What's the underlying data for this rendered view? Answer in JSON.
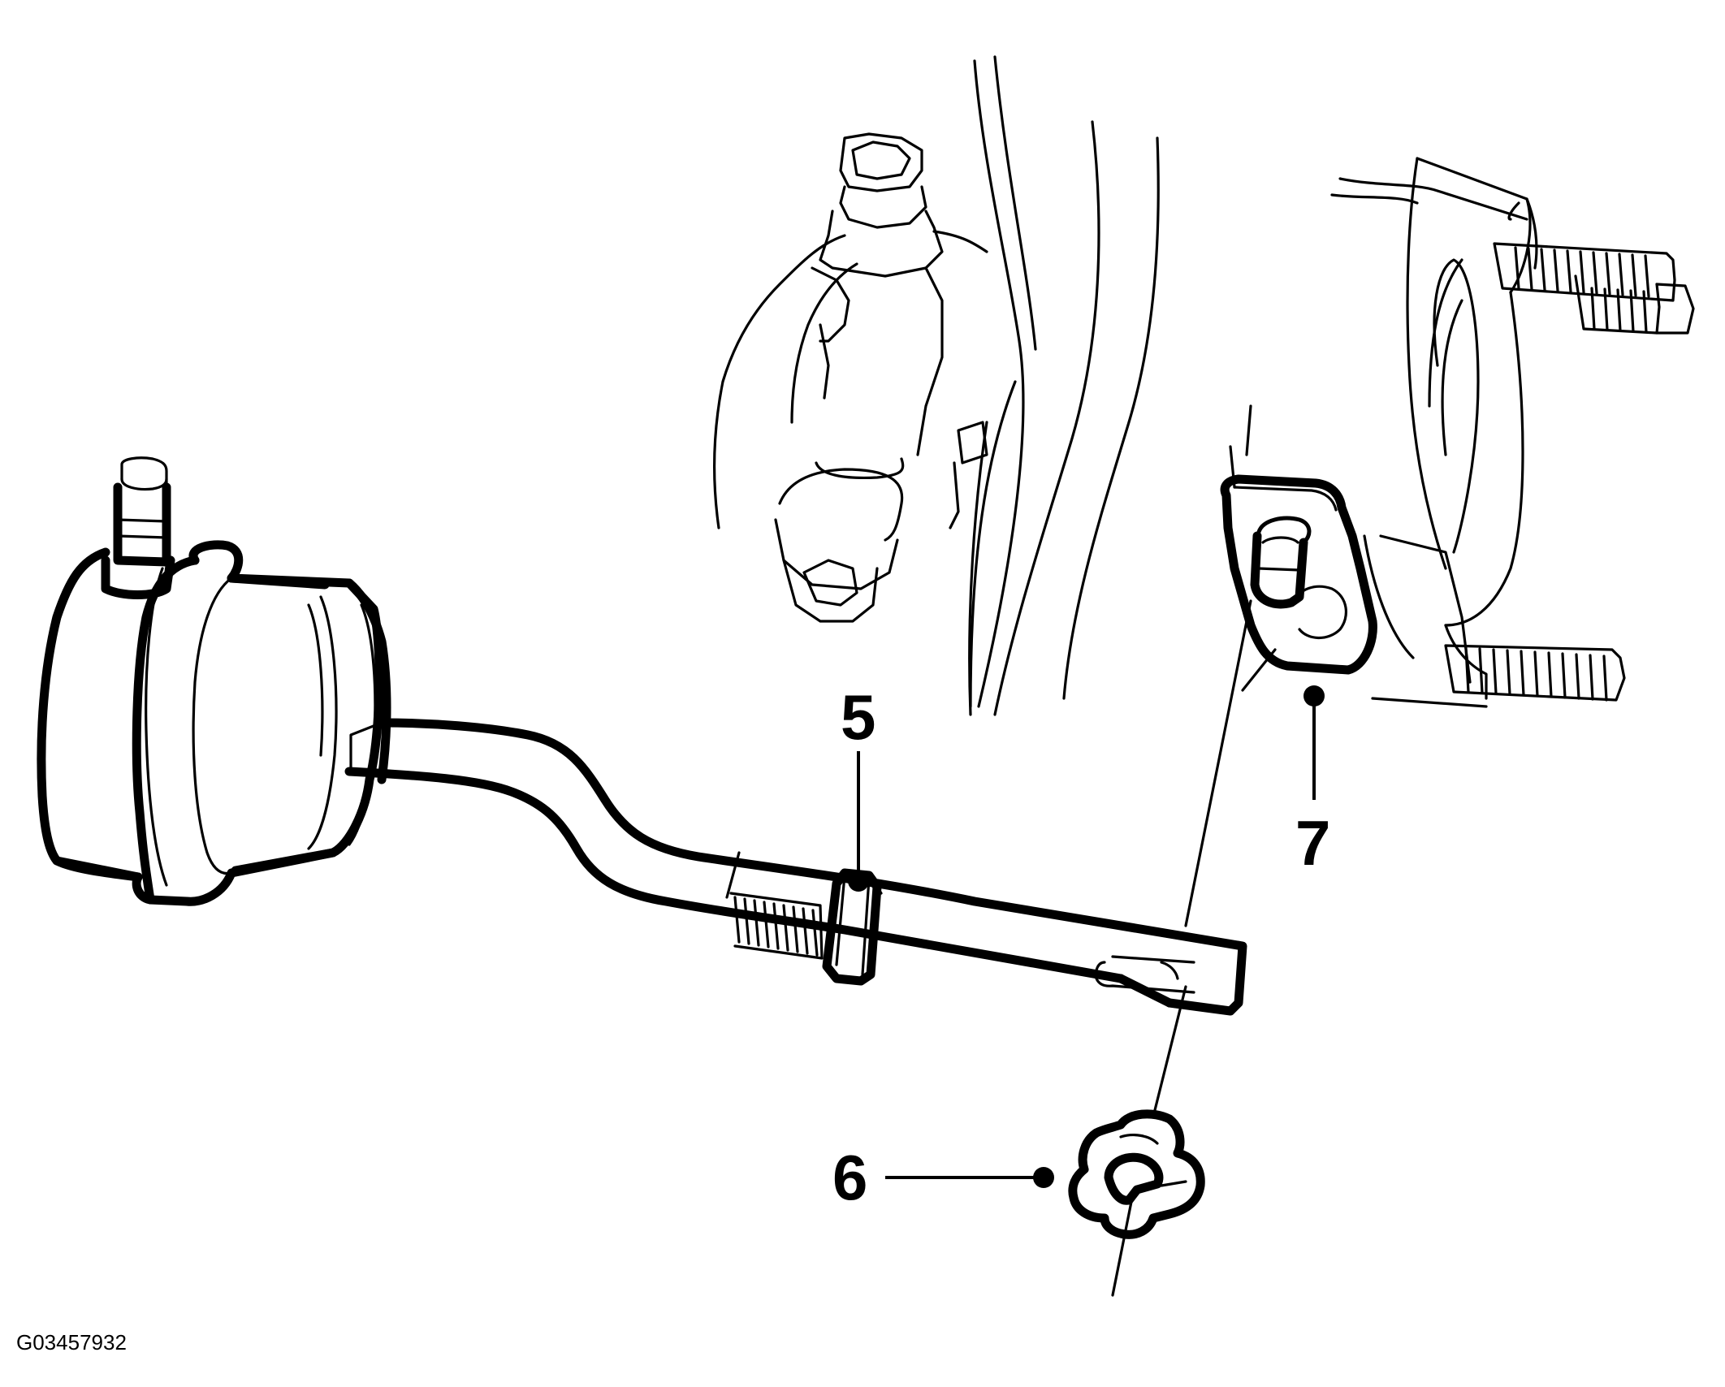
{
  "figure_id": "G03457932",
  "callouts": [
    {
      "label": "5"
    },
    {
      "label": "6"
    },
    {
      "label": "7"
    }
  ],
  "colors": {
    "line": "#000000",
    "background": "#ffffff"
  },
  "icons": [
    "actuator-canister-icon",
    "actuator-rod-icon",
    "adjusting-nut-icon",
    "retaining-clip-icon",
    "mounting-bracket-icon",
    "turbocharger-housing-icon"
  ]
}
